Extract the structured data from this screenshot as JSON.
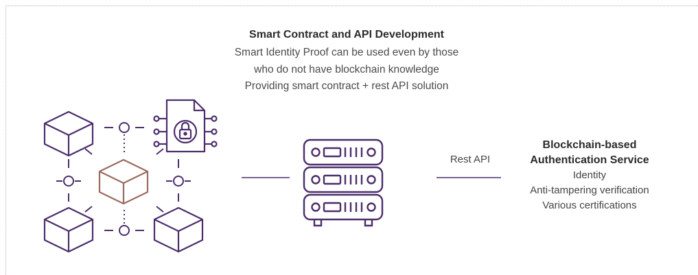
{
  "header": {
    "title": "Smart Contract and API Development",
    "lines": [
      "Smart Identity Proof can be used even by those",
      "who do not have blockchain knowledge",
      "Providing smart contract + rest API solution"
    ]
  },
  "connector_label": "Rest API",
  "service": {
    "title_lines": [
      "Blockchain-based",
      "Authentication Service"
    ],
    "items": [
      "Identity",
      "Anti-tampering verification",
      "Various certifications"
    ]
  },
  "colors": {
    "primary": "#4b2d6b",
    "accent": "#9b6a5f",
    "frame": "#c9a7a7"
  },
  "icons": {
    "network": "blockchain-network-icon",
    "document": "locked-document-icon",
    "server": "server-stack-icon"
  }
}
